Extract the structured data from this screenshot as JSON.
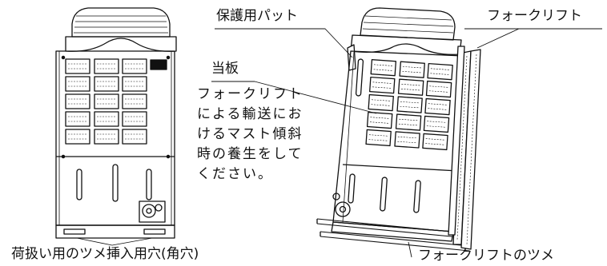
{
  "labels": {
    "protective_pad": "保護用パット",
    "forklift": "フォークリフト",
    "backing_plate": "当板",
    "note_lines": [
      "フォークリフト",
      "による輸送にお",
      "けるマスト傾斜",
      "時の養生をして",
      "ください。"
    ],
    "insertion_holes": "荷扱い用のツメ挿入用穴(角穴)",
    "forklift_tines": "フォークリフトのツメ"
  }
}
